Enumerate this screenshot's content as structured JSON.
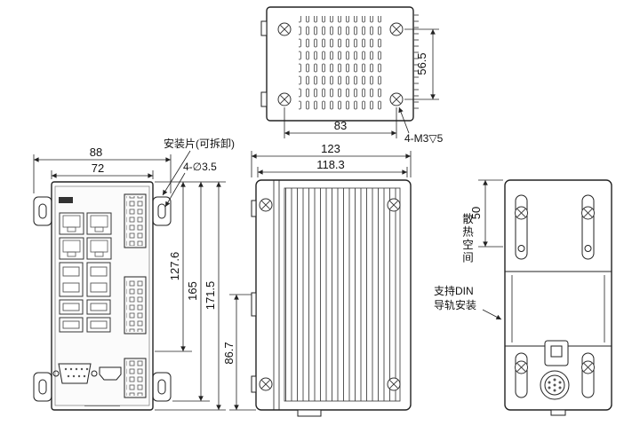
{
  "top_view": {
    "dim_hole_row_span": "56.5",
    "dim_hole_col_span": "83",
    "thread_note": "4-M3▽5"
  },
  "front_view": {
    "dim_overall_width": "88",
    "dim_body_width": "72",
    "mount_tab_note": "安装片(可拆卸)",
    "hole_note": "4-∅3.5",
    "dim_h_mid": "127.6",
    "dim_h_mount": "165",
    "dim_h_overall": "171.5"
  },
  "side_view": {
    "dim_overall_depth": "123",
    "dim_body_depth": "118.3",
    "dim_lower_height": "86.7"
  },
  "rear_view": {
    "dim_clearance": "50",
    "cooling_note": "散热空间",
    "din_note_line1": "支持DIN",
    "din_note_line2": "导轨安装"
  }
}
